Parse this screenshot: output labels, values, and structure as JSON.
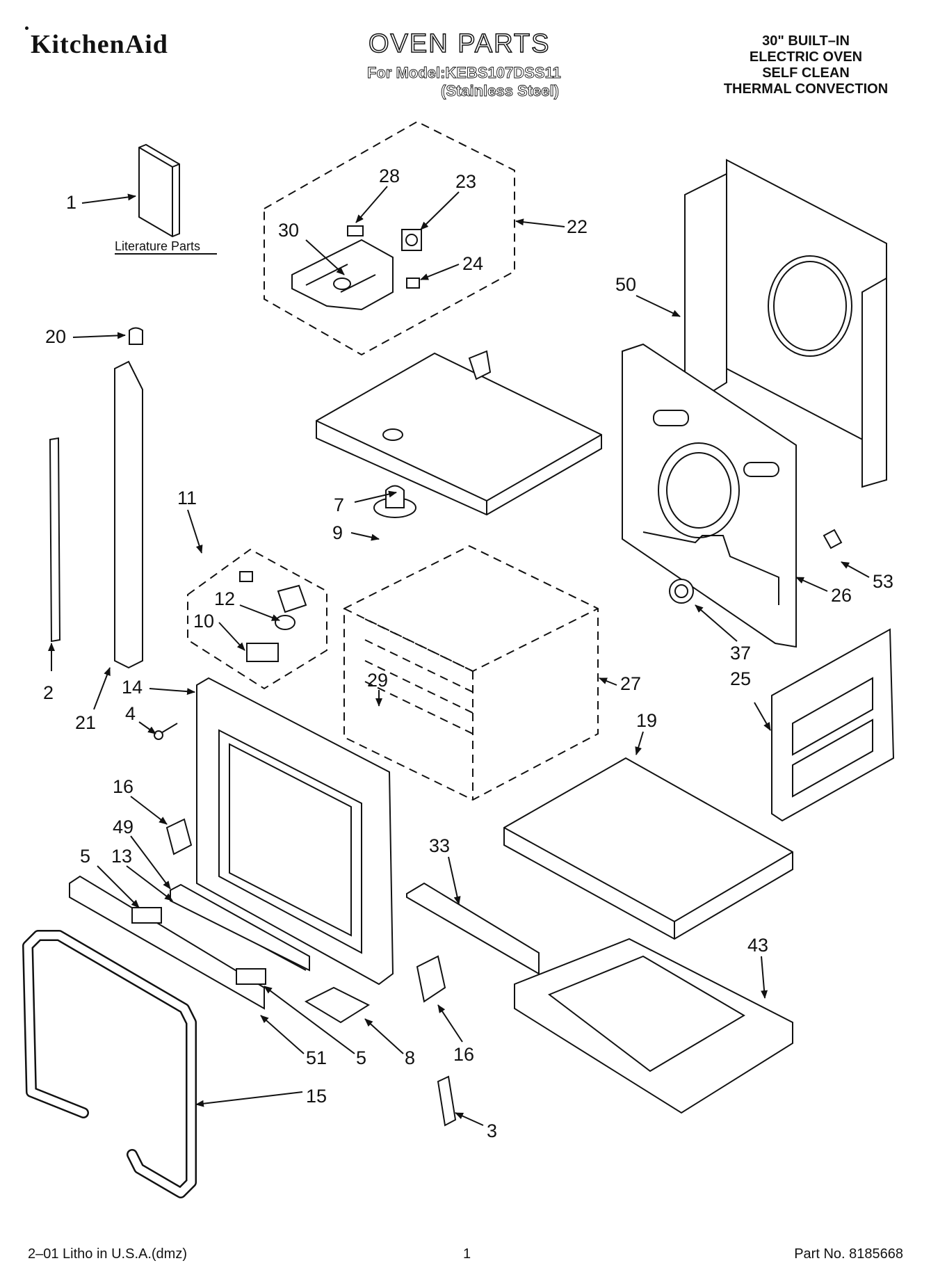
{
  "header": {
    "brand": "KitchenAid",
    "title": "OVEN PARTS",
    "model_line": "For Model:KEBS107DSS11",
    "finish": "(Stainless Steel)",
    "description": [
      "30\" BUILT–IN",
      "ELECTRIC OVEN",
      "SELF CLEAN",
      "THERMAL CONVECTION"
    ]
  },
  "literature_label": "Literature Parts",
  "callouts": {
    "c1": "1",
    "c2": "2",
    "c3": "3",
    "c4": "4",
    "c5a": "5",
    "c5b": "5",
    "c7": "7",
    "c8": "8",
    "c9": "9",
    "c10": "10",
    "c11": "11",
    "c12": "12",
    "c13": "13",
    "c14": "14",
    "c15": "15",
    "c16a": "16",
    "c16b": "16",
    "c19": "19",
    "c20": "20",
    "c21": "21",
    "c22": "22",
    "c23": "23",
    "c24": "24",
    "c25": "25",
    "c26": "26",
    "c27": "27",
    "c28": "28",
    "c29": "29",
    "c30": "30",
    "c33": "33",
    "c37": "37",
    "c43": "43",
    "c49": "49",
    "c50": "50",
    "c51": "51",
    "c53": "53"
  },
  "footer": {
    "litho": "2–01 Litho in U.S.A.(dmz)",
    "page": "1",
    "part_no": "Part No. 8185668"
  }
}
